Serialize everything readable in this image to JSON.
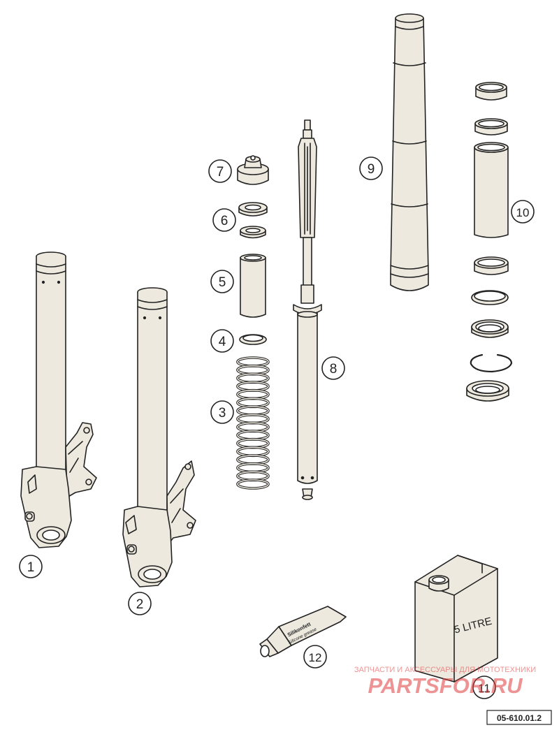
{
  "callouts": [
    "1",
    "2",
    "3",
    "4",
    "5",
    "6",
    "7",
    "8",
    "9",
    "10",
    "11",
    "12"
  ],
  "tube_text": {
    "line1": "Silikonfett",
    "line2": "Silicone grease"
  },
  "canister_label": "5 LITRE",
  "watermark": {
    "tagline": "ЗАПЧАСТИ И АКСЕССУАРЫ ДЛЯ МОТОТЕХНИКИ",
    "logo": "PARTSFOR.RU",
    "color": "#e03b3b"
  },
  "diagram_code": "05-610.01.2",
  "colors": {
    "fill": "#ede9df",
    "stroke": "#222222"
  }
}
